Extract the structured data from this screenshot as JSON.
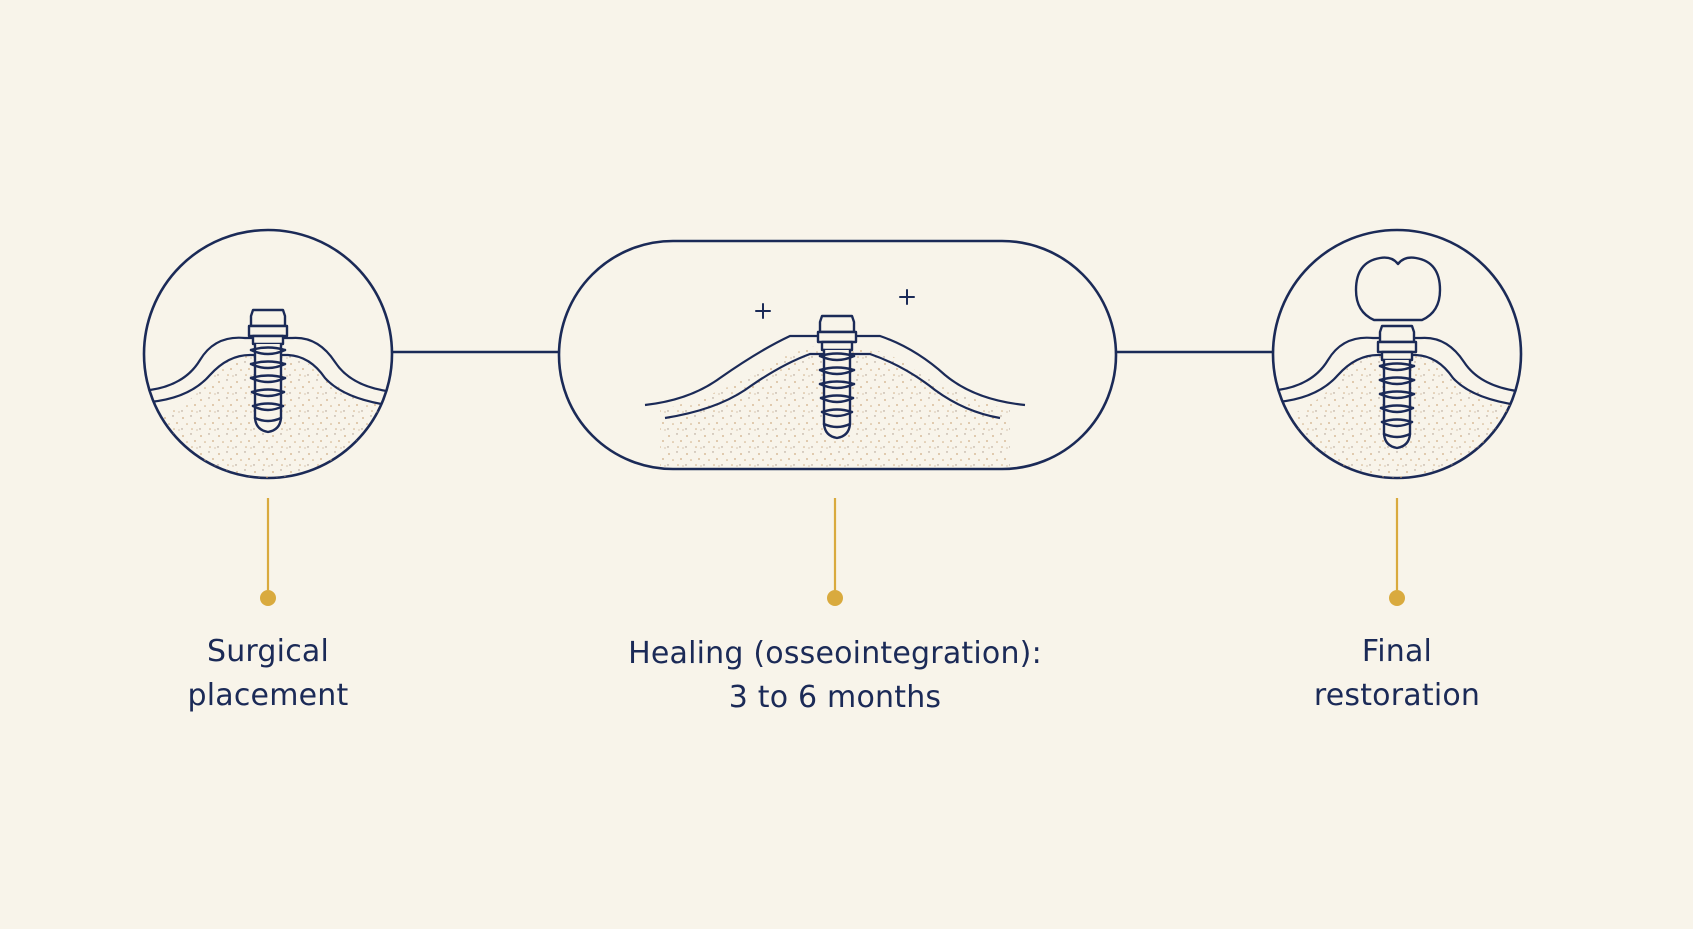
{
  "stages": [
    {
      "id": "surgical",
      "label_lines": [
        "Surgical",
        "placement"
      ],
      "icon": "implant-in-bone-icon"
    },
    {
      "id": "healing",
      "label_lines": [
        "Healing (osseointegration):",
        "3 to 6 months"
      ],
      "icon": "implant-healing-icon"
    },
    {
      "id": "final",
      "label_lines": [
        "Final",
        "restoration"
      ],
      "icon": "implant-with-crown-icon"
    }
  ],
  "colors": {
    "background": "#f8f4ea",
    "line": "#1b2a57",
    "accent": "#d9aa3e",
    "bone_dots": "#c9a477",
    "text": "#1b2a57"
  }
}
